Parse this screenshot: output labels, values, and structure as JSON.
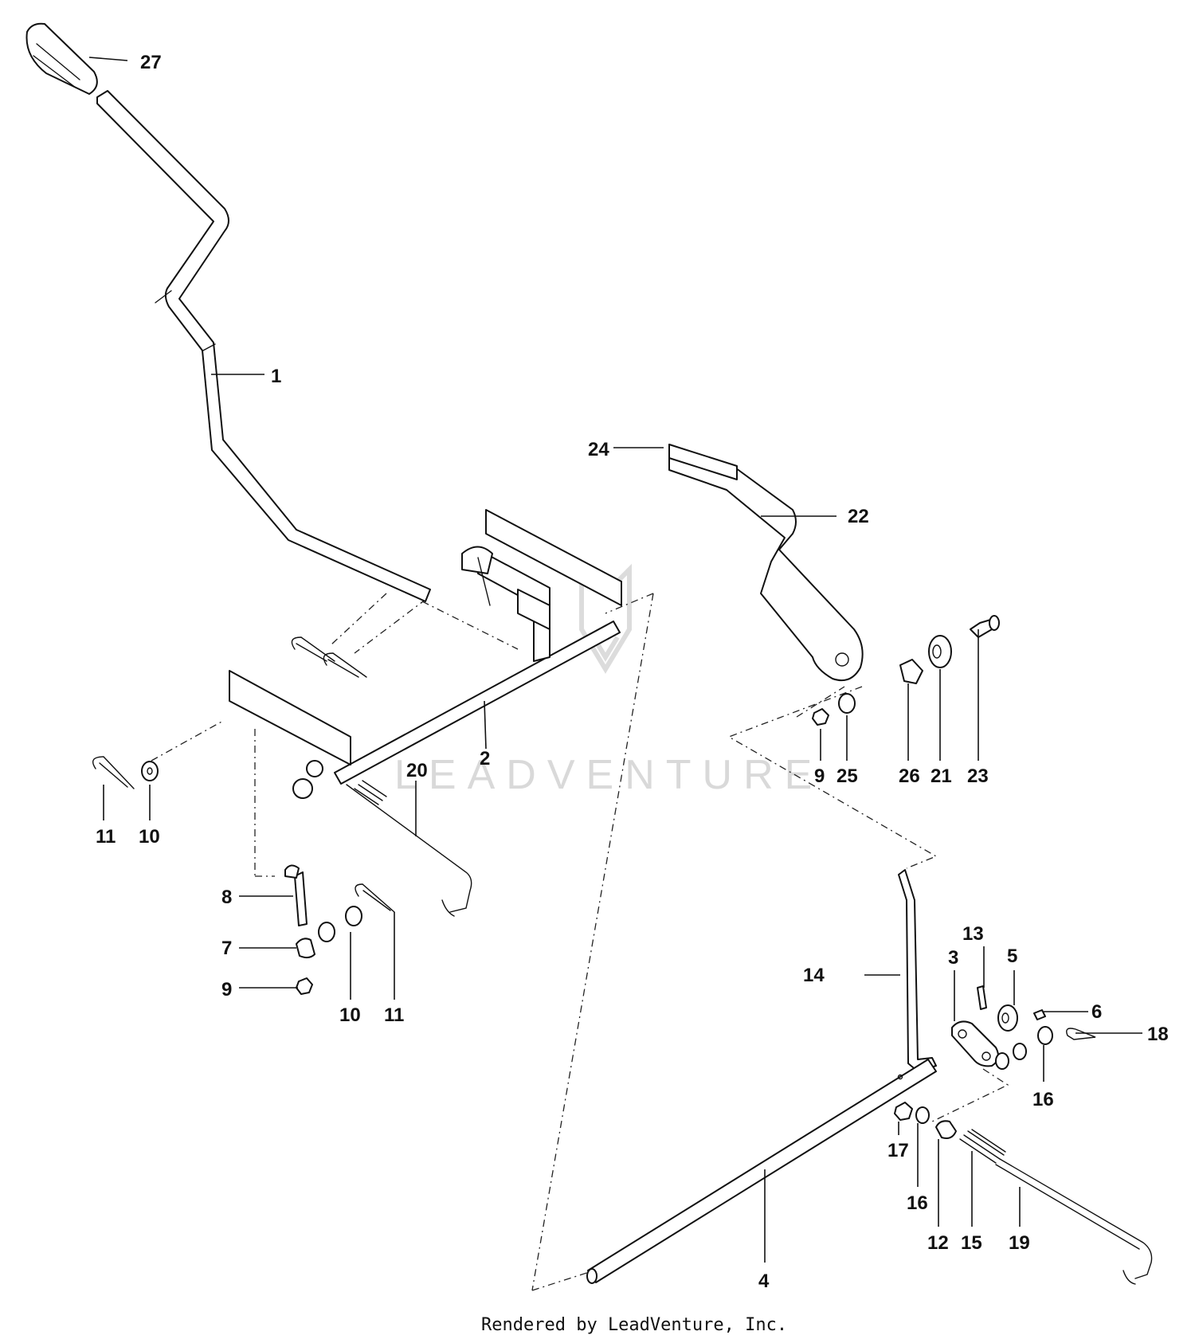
{
  "diagram": {
    "watermark": "LEADVENTURE",
    "footer": "Rendered by LeadVenture, Inc.",
    "callouts": [
      {
        "id": "c27",
        "label": "27"
      },
      {
        "id": "c1",
        "label": "1"
      },
      {
        "id": "c24",
        "label": "24"
      },
      {
        "id": "c22",
        "label": "22"
      },
      {
        "id": "c2",
        "label": "2"
      },
      {
        "id": "c20",
        "label": "20"
      },
      {
        "id": "c11a",
        "label": "11"
      },
      {
        "id": "c10a",
        "label": "10"
      },
      {
        "id": "c8",
        "label": "8"
      },
      {
        "id": "c7",
        "label": "7"
      },
      {
        "id": "c9a",
        "label": "9"
      },
      {
        "id": "c10b",
        "label": "10"
      },
      {
        "id": "c11b",
        "label": "11"
      },
      {
        "id": "c9b",
        "label": "9"
      },
      {
        "id": "c25",
        "label": "25"
      },
      {
        "id": "c26",
        "label": "26"
      },
      {
        "id": "c21",
        "label": "21"
      },
      {
        "id": "c23",
        "label": "23"
      },
      {
        "id": "c13",
        "label": "13"
      },
      {
        "id": "c3",
        "label": "3"
      },
      {
        "id": "c5",
        "label": "5"
      },
      {
        "id": "c14",
        "label": "14"
      },
      {
        "id": "c6",
        "label": "6"
      },
      {
        "id": "c18",
        "label": "18"
      },
      {
        "id": "c16a",
        "label": "16"
      },
      {
        "id": "c17",
        "label": "17"
      },
      {
        "id": "c16b",
        "label": "16"
      },
      {
        "id": "c12",
        "label": "12"
      },
      {
        "id": "c15",
        "label": "15"
      },
      {
        "id": "c19",
        "label": "19"
      },
      {
        "id": "c4",
        "label": "4"
      }
    ]
  }
}
